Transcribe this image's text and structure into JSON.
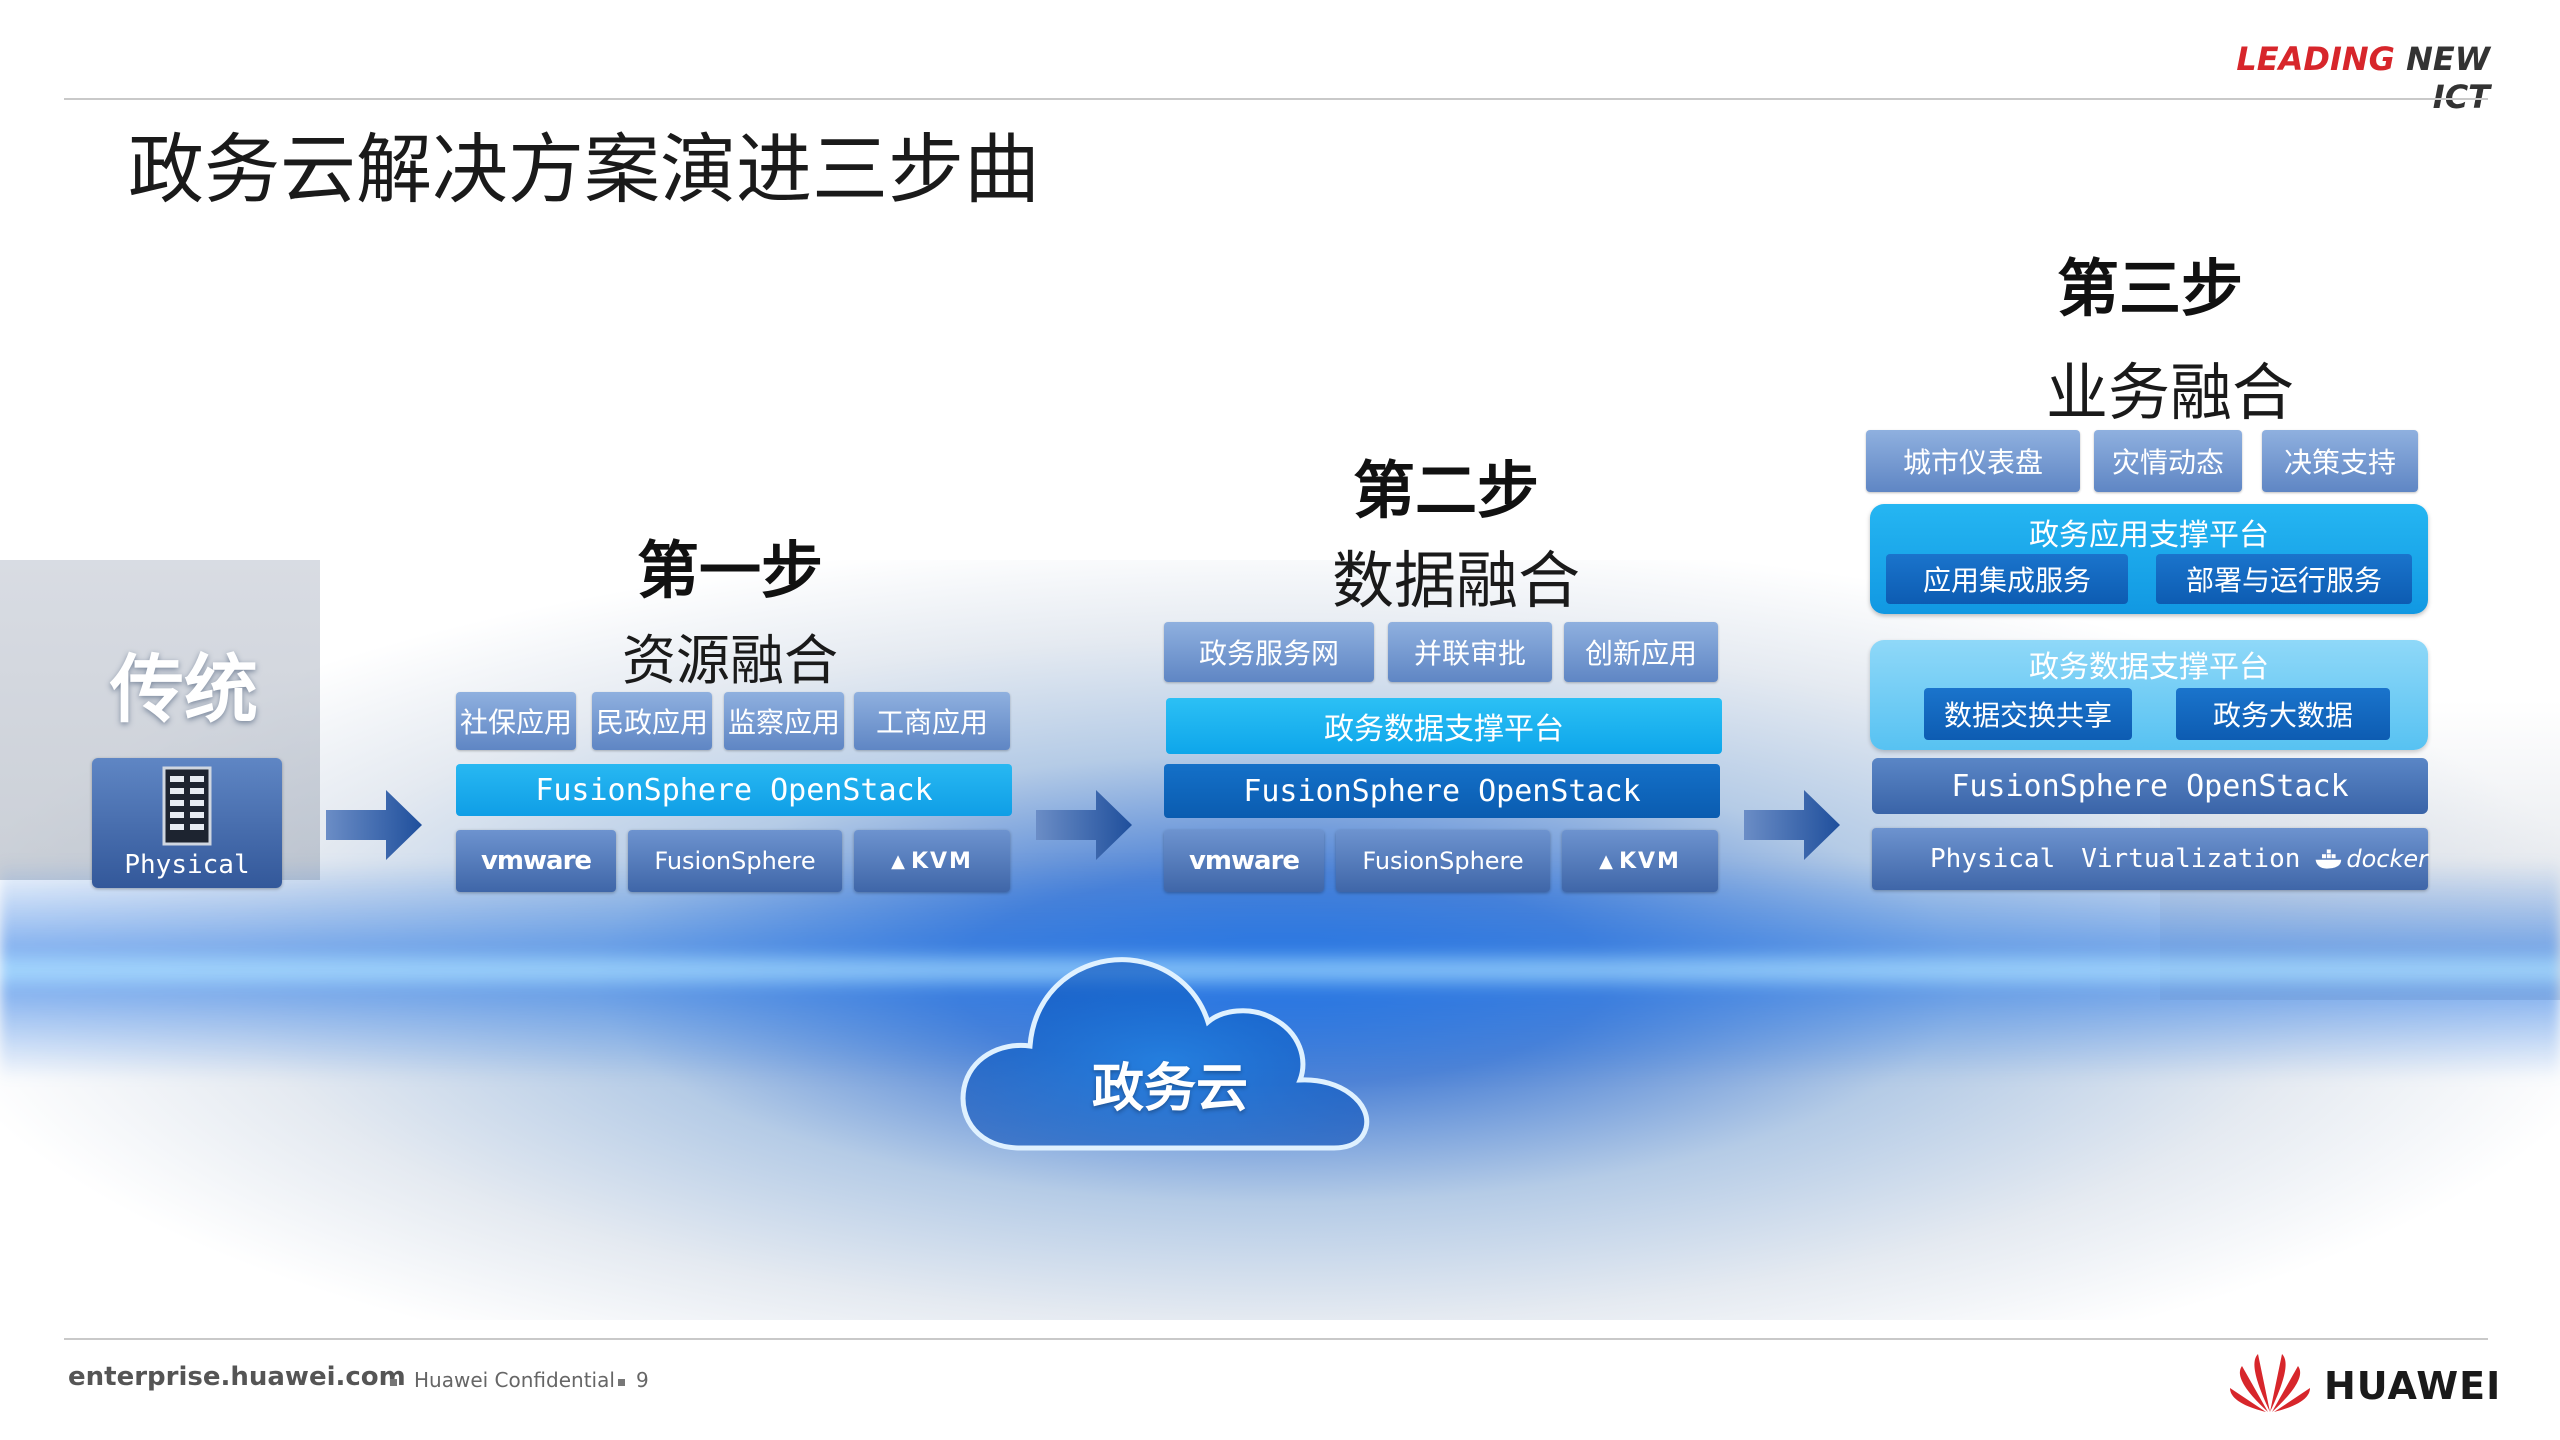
{
  "header": {
    "brand_red": "LEADING",
    "brand_dark": "NEW ICT",
    "title": "政务云解决方案演进三步曲"
  },
  "traditional": {
    "label": "传统",
    "server_label": "Physical"
  },
  "step1": {
    "heading": "第一步",
    "subheading": "资源融合",
    "apps": [
      "社保应用",
      "民政应用",
      "监察应用",
      "工商应用"
    ],
    "openstack": "FusionSphere OpenStack",
    "virt": [
      "vmware",
      "FusionSphere",
      "KVM"
    ]
  },
  "step2": {
    "heading": "第二步",
    "subheading": "数据融合",
    "apps": [
      "政务服务网",
      "并联审批",
      "创新应用"
    ],
    "data_platform": "政务数据支撑平台",
    "openstack": "FusionSphere OpenStack",
    "virt": [
      "vmware",
      "FusionSphere",
      "KVM"
    ]
  },
  "step3": {
    "heading": "第三步",
    "subheading": "业务融合",
    "apps": [
      "城市仪表盘",
      "灾情动态",
      "决策支持"
    ],
    "app_platform": {
      "title": "政务应用支撑平台",
      "items": [
        "应用集成服务",
        "部署与运行服务"
      ]
    },
    "data_platform": {
      "title": "政务数据支撑平台",
      "items": [
        "数据交换共享",
        "政务大数据"
      ]
    },
    "openstack": "FusionSphere OpenStack",
    "infra": [
      "Physical",
      "Virtualization",
      "docker"
    ]
  },
  "cloud": {
    "label": "政务云"
  },
  "footer": {
    "site": "enterprise.huawei.com",
    "confidential": "Huawei Confidential",
    "page": "9",
    "company": "HUAWEI"
  },
  "colors": {
    "brand_red": "#d7262b",
    "app_blue": "#6f94cf",
    "platform_cyan": "#16abec",
    "openstack_dark": "#0a5cb0"
  },
  "icons": [
    "server-rack-icon",
    "arrow-right-icon",
    "cloud-icon",
    "docker-whale-icon",
    "kvm-penguin-icon",
    "huawei-logo-icon"
  ]
}
